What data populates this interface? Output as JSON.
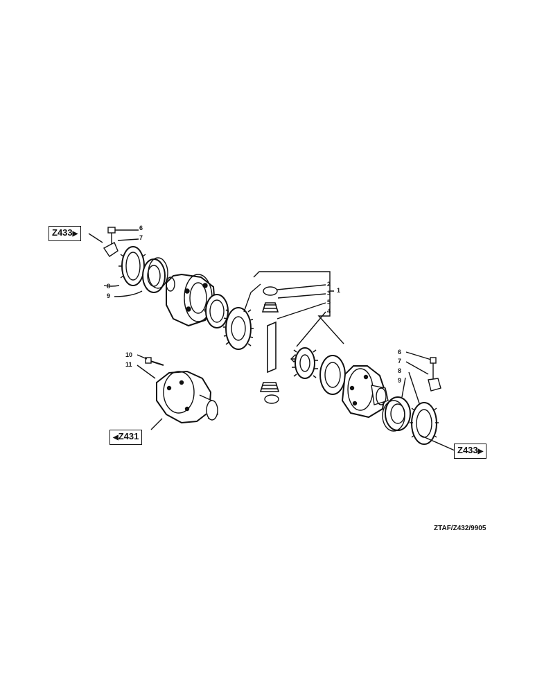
{
  "references": {
    "top_left": "Z433",
    "bottom_left": "Z431",
    "bottom_right": "Z433"
  },
  "callouts": {
    "left_6": "6",
    "left_7": "7",
    "left_8": "8",
    "left_9": "9",
    "center_2": "2",
    "center_3": "3",
    "center_5": "5",
    "center_4": "4",
    "center_1": "1",
    "right_6": "6",
    "right_7": "7",
    "right_8": "8",
    "right_9": "9",
    "item_10": "10",
    "item_11": "11"
  },
  "drawing_code": "ZTAF/Z432/9905",
  "icons": {
    "ref_arrow_right": "triangle-right-icon",
    "ref_arrow_left": "triangle-left-icon"
  }
}
